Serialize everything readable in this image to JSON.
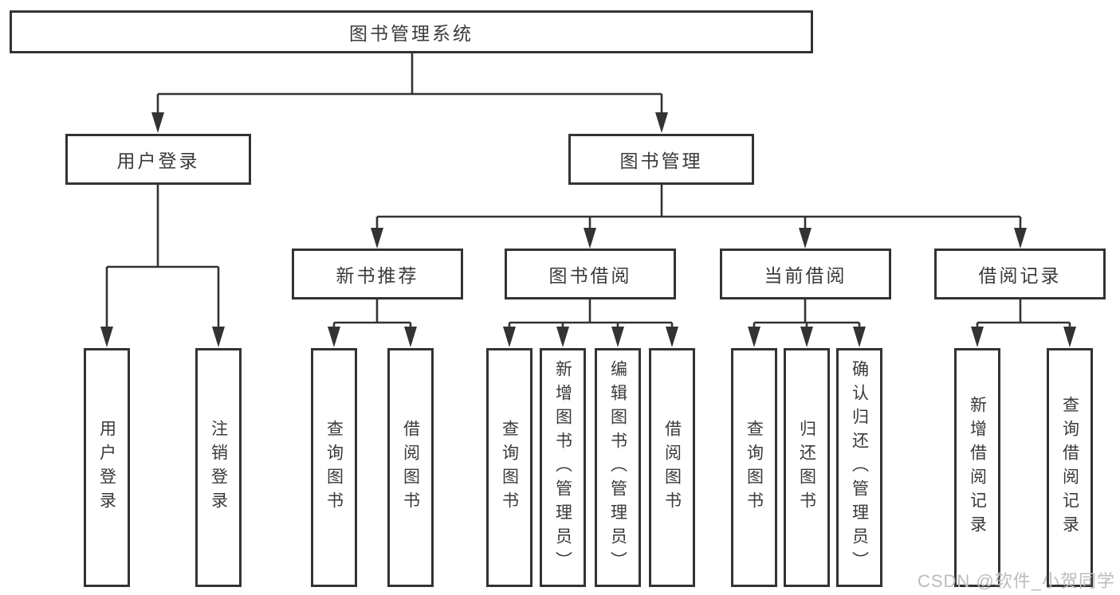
{
  "tree": {
    "label": "图书管理系统",
    "children": [
      {
        "label": "用户登录",
        "children": [
          {
            "label": "用户登录"
          },
          {
            "label": "注销登录"
          }
        ]
      },
      {
        "label": "图书管理",
        "children": [
          {
            "label": "新书推荐",
            "children": [
              {
                "label": "查询图书"
              },
              {
                "label": "借阅图书"
              }
            ]
          },
          {
            "label": "图书借阅",
            "children": [
              {
                "label": "查询图书"
              },
              {
                "label": "新增图书（管理员）"
              },
              {
                "label": "编辑图书（管理员）"
              },
              {
                "label": "借阅图书"
              }
            ]
          },
          {
            "label": "当前借阅",
            "children": [
              {
                "label": "查询图书"
              },
              {
                "label": "归还图书"
              },
              {
                "label": "确认归还（管理员）"
              }
            ]
          },
          {
            "label": "借阅记录",
            "children": [
              {
                "label": "新增借阅记录"
              },
              {
                "label": "查询借阅记录"
              }
            ]
          }
        ]
      }
    ]
  },
  "watermark": {
    "text": "CSDN @软件_小贺同学"
  },
  "colors": {
    "line": "#333333",
    "box_border": "#333333",
    "text": "#3a3a3a",
    "watermark": "#bcbcbc",
    "background": "#ffffff"
  }
}
